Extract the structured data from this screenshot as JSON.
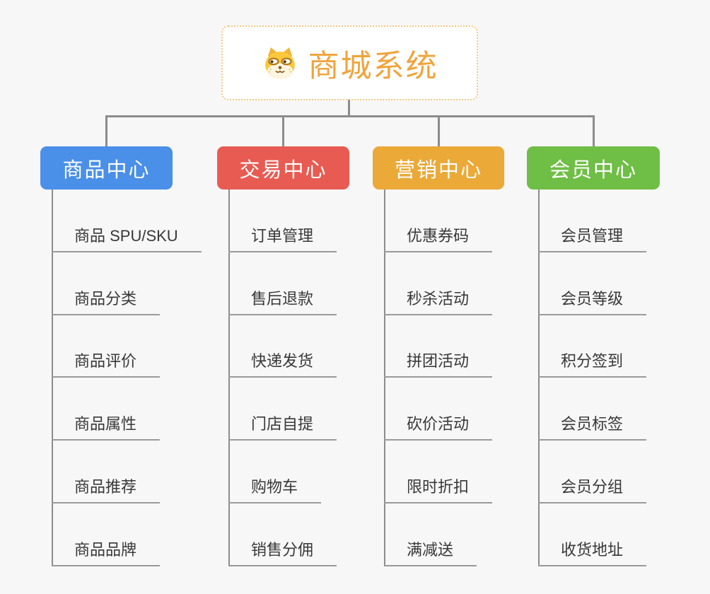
{
  "root": {
    "title": "商城系统",
    "title_color": "#f0a43c",
    "border_color": "#f6c87f",
    "icon": "shiba-dog-icon"
  },
  "connector_color": "#8c8c8c",
  "branches": [
    {
      "name": "product-center",
      "label": "商品中心",
      "color": "#4a8fe8",
      "items": [
        "商品 SPU/SKU",
        "商品分类",
        "商品评价",
        "商品属性",
        "商品推荐",
        "商品品牌"
      ]
    },
    {
      "name": "trade-center",
      "label": "交易中心",
      "color": "#e85b52",
      "items": [
        "订单管理",
        "售后退款",
        "快递发货",
        "门店自提",
        "购物车",
        "销售分佣"
      ]
    },
    {
      "name": "marketing-center",
      "label": "营销中心",
      "color": "#eba938",
      "items": [
        "优惠券码",
        "秒杀活动",
        "拼团活动",
        "砍价活动",
        "限时折扣",
        "满减送"
      ]
    },
    {
      "name": "member-center",
      "label": "会员中心",
      "color": "#6fbe45",
      "items": [
        "会员管理",
        "会员等级",
        "积分签到",
        "会员标签",
        "会员分组",
        "收货地址"
      ]
    }
  ]
}
